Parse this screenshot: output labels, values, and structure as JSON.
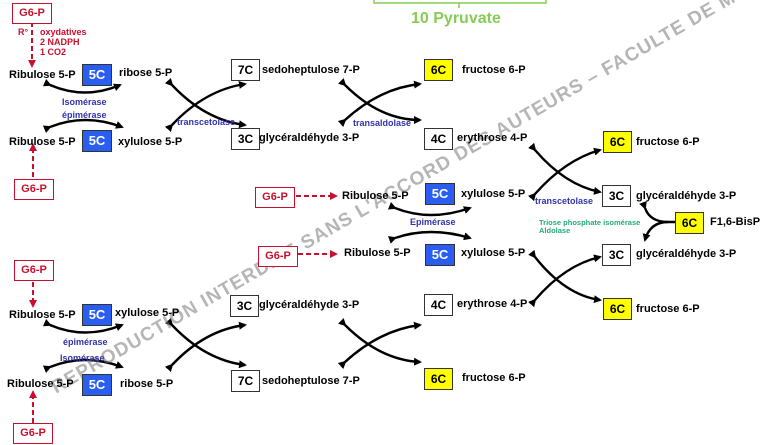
{
  "header": {
    "pyruvate": "10 Pyruvate"
  },
  "watermark": "REPRODUCTION INTERDITE SANS L'ACCORD DES AUTEURS – FACULTE DE MEDECINE",
  "colors": {
    "c5": "#2a5ef0",
    "c6": "#ffff00",
    "red": "#c8102e",
    "enzyme": "#3333aa",
    "green_enzyme": "#22aa77",
    "pyruvate": "#88cc55"
  },
  "g6p": "G6-P",
  "oxidative": {
    "r": "R°",
    "line1": "oxydatives",
    "line2": "2 NADPH",
    "line3": "1 CO2"
  },
  "carbons": {
    "c3": "3C",
    "c4": "4C",
    "c5": "5C",
    "c6": "6C",
    "c7": "7C"
  },
  "metabolites": {
    "ribulose": "Ribulose 5-P",
    "ribose": "ribose 5-P",
    "xylulose": "xylulose 5-P",
    "sedoheptulose": "sedoheptulose 7-P",
    "g3p": "glycéraldéhyde 3-P",
    "fructose": "fructose 6-P",
    "erythrose": "erythrose 4-P",
    "f16bp": "F1,6-BisP"
  },
  "enzymes": {
    "isomerase": "Isomérase",
    "epimerase": "épimérase",
    "epimerase_cap": "Epimérase",
    "transcetolase": "transcetolase",
    "transaldolase": "transaldolase",
    "triose": "Triose phosphate isomérase",
    "aldolase": "Aldolase"
  }
}
